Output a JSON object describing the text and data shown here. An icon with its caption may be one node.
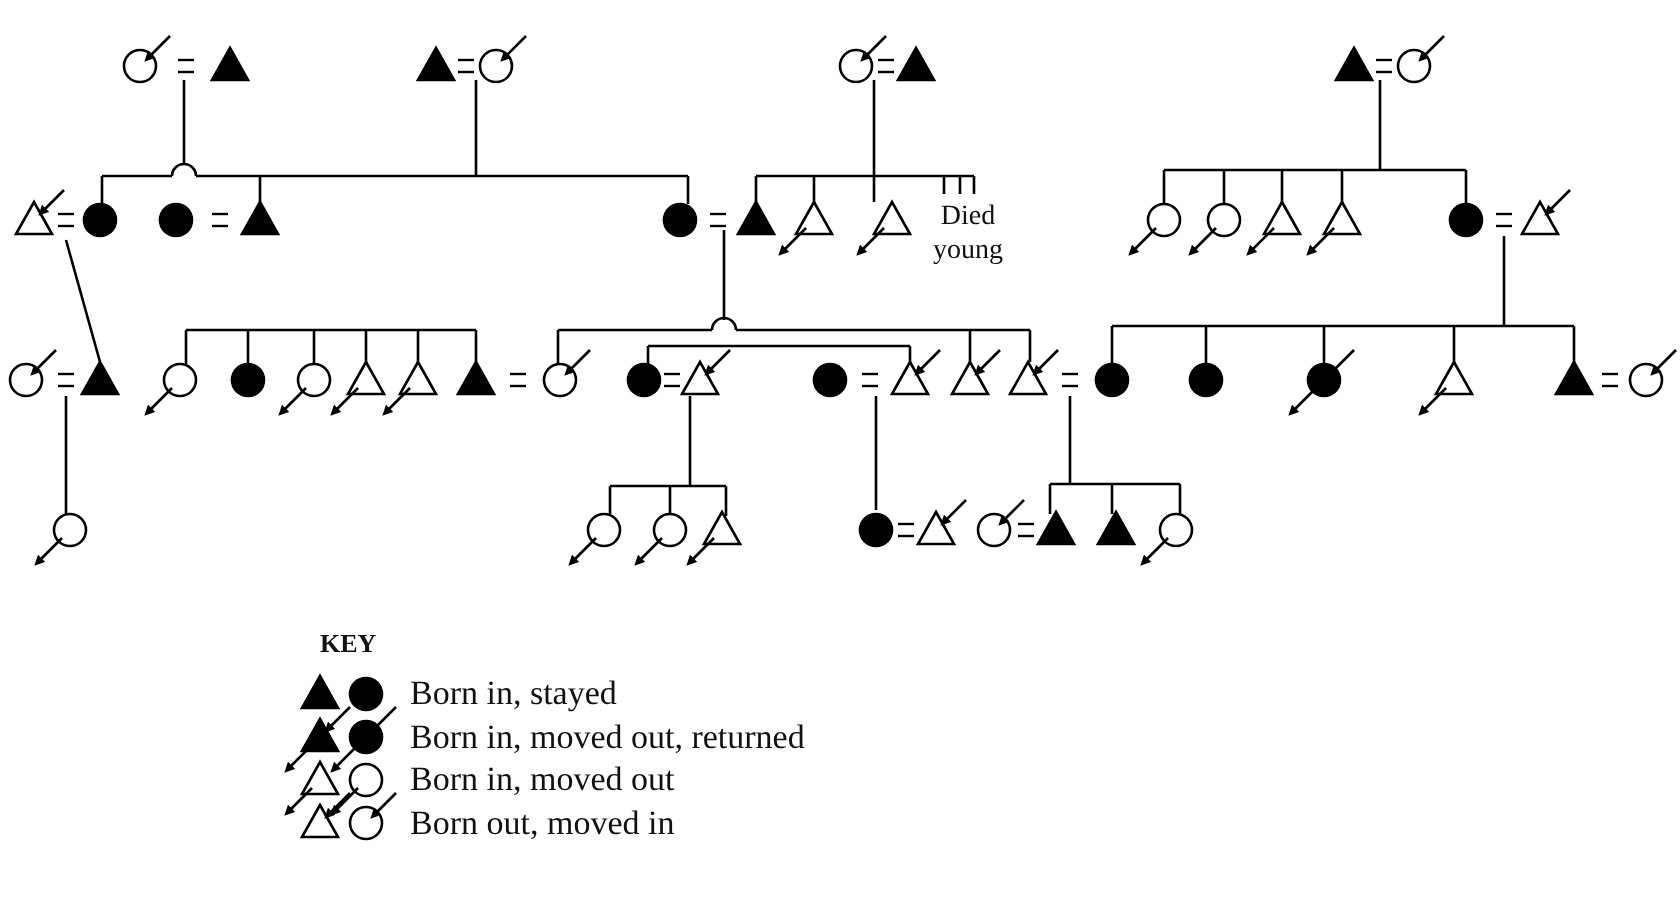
{
  "diagram": {
    "labels": [
      "Died young",
      "KEY"
    ],
    "legend": [
      {
        "text": "Born in, stayed"
      },
      {
        "text": "Born in, moved out, returned"
      },
      {
        "text": "Born in, moved out"
      },
      {
        "text": "Born out, moved in"
      }
    ]
  }
}
